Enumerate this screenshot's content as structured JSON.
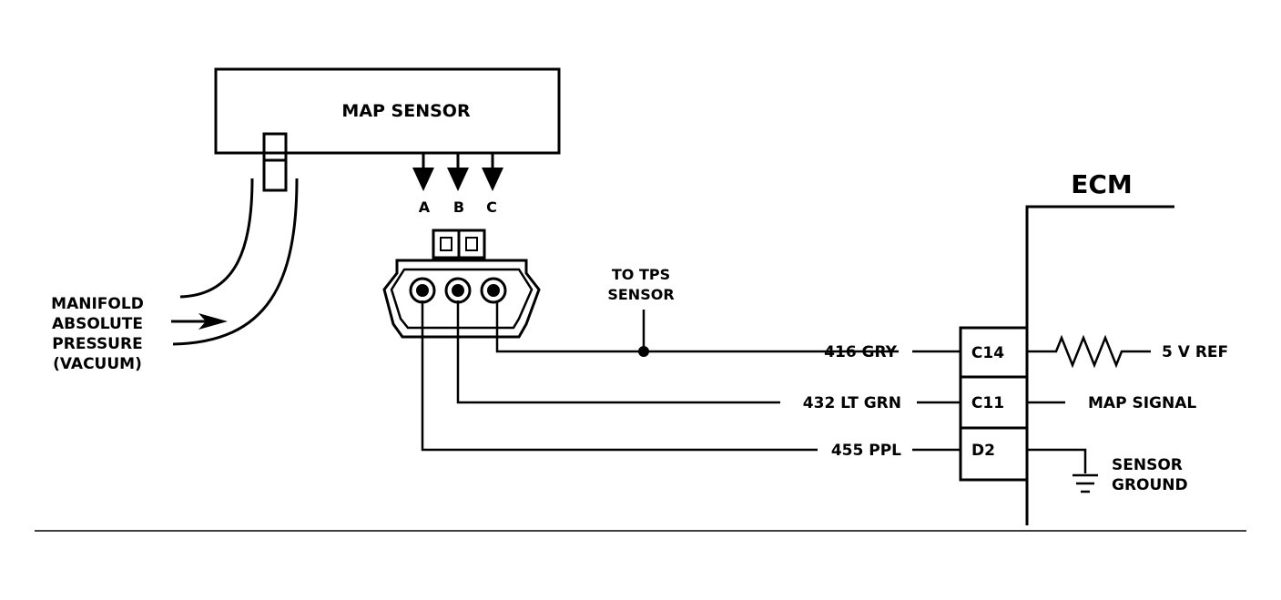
{
  "sensor": {
    "title": "MAP SENSOR",
    "pins": [
      "A",
      "B",
      "C"
    ]
  },
  "vacuum_label": [
    "MANIFOLD",
    "ABSOLUTE",
    "PRESSURE",
    "(VACUUM)"
  ],
  "tps_label": [
    "TO TPS",
    "SENSOR"
  ],
  "ecm": {
    "title": "ECM",
    "terminals": [
      {
        "id": "C14",
        "wire": "416 GRY",
        "function": "5 V REF"
      },
      {
        "id": "C11",
        "wire": "432 LT GRN",
        "function": "MAP SIGNAL"
      },
      {
        "id": "D2",
        "wire": "455 PPL",
        "function": [
          "SENSOR",
          "GROUND"
        ]
      }
    ]
  }
}
